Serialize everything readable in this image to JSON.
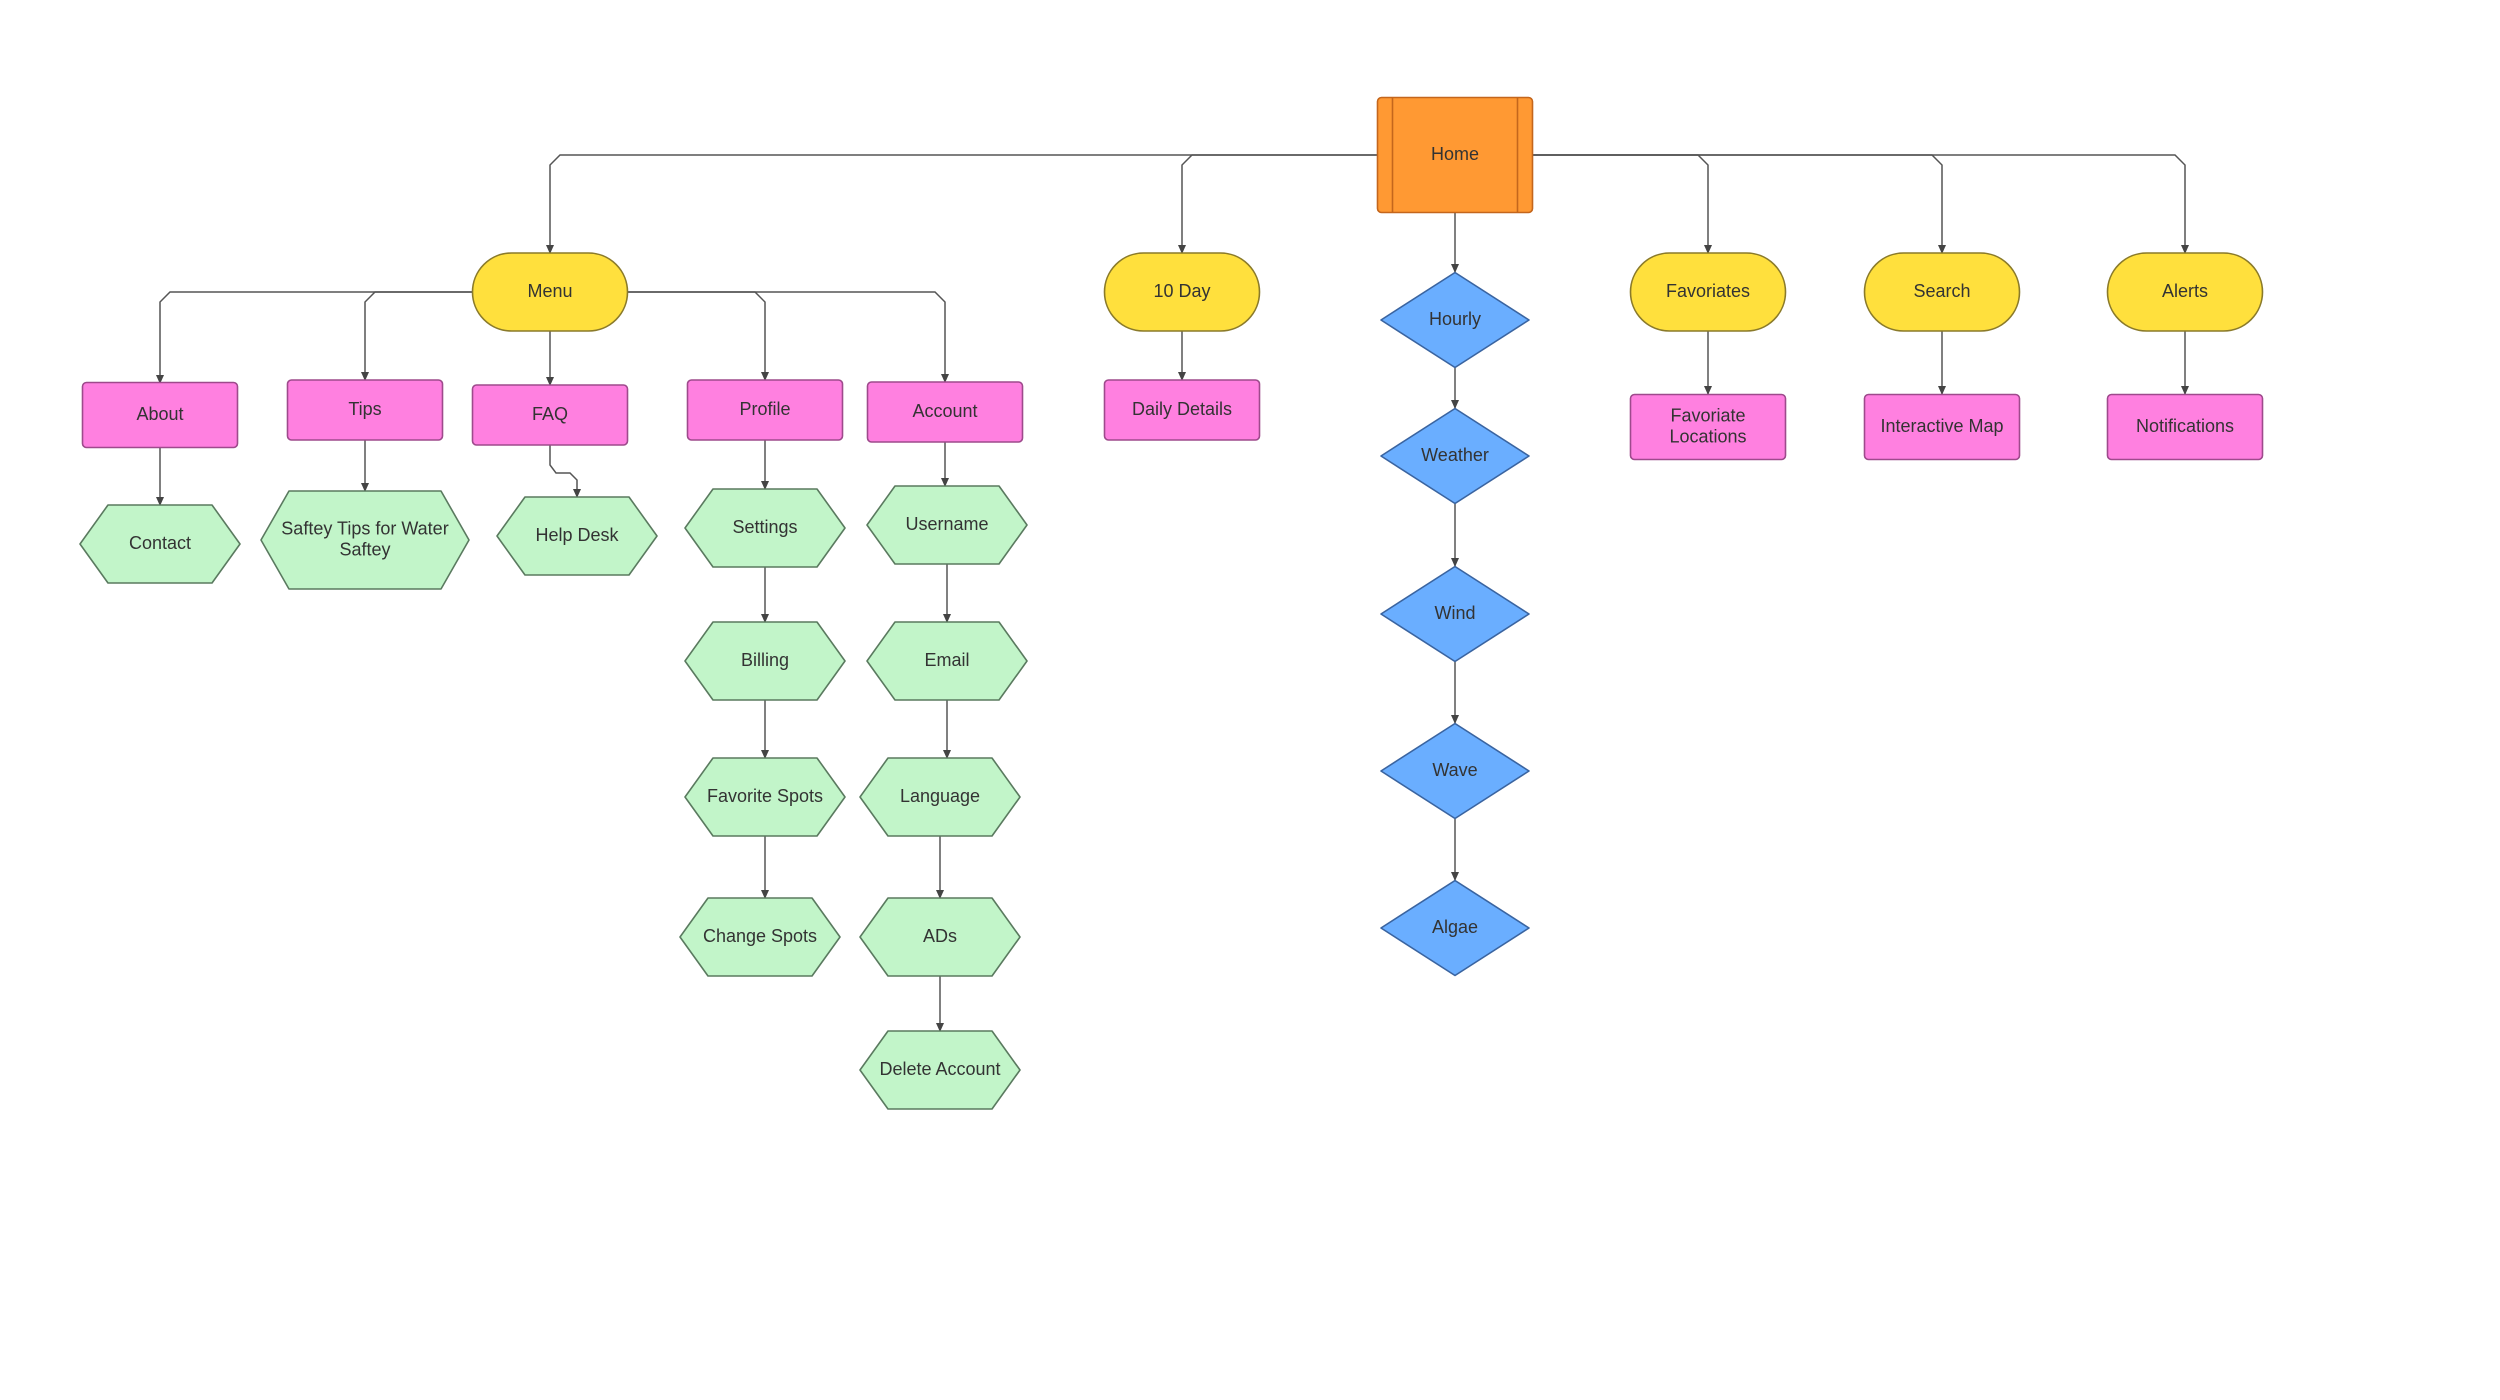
{
  "colors": {
    "root_fill": "#ff9933",
    "root_stroke": "#c4661c",
    "primary_fill": "#ffe03d",
    "primary_stroke": "#8a7a2a",
    "page_fill": "#ff80e0",
    "page_stroke": "#9e4a8c",
    "subpage_fill": "#c2f5c9",
    "subpage_stroke": "#5a7a5f",
    "forecast_fill": "#6aaeff",
    "forecast_stroke": "#3a64a0",
    "edge": "#555555",
    "text": "#333333"
  },
  "nodes": [
    {
      "id": "home",
      "label": "Home",
      "kind": "root"
    },
    {
      "id": "menu",
      "label": "Menu",
      "kind": "primary"
    },
    {
      "id": "ten_day",
      "label": "10 Day",
      "kind": "primary"
    },
    {
      "id": "favoriates",
      "label": "Favoriates",
      "kind": "primary"
    },
    {
      "id": "search",
      "label": "Search",
      "kind": "primary"
    },
    {
      "id": "alerts",
      "label": "Alerts",
      "kind": "primary"
    },
    {
      "id": "about",
      "label": "About",
      "kind": "page"
    },
    {
      "id": "tips",
      "label": "Tips",
      "kind": "page"
    },
    {
      "id": "faq",
      "label": "FAQ",
      "kind": "page"
    },
    {
      "id": "profile",
      "label": "Profile",
      "kind": "page"
    },
    {
      "id": "account",
      "label": "Account",
      "kind": "page"
    },
    {
      "id": "daily_details",
      "label": "Daily Details",
      "kind": "page"
    },
    {
      "id": "favoriate_locations",
      "label": "Favoriate Locations",
      "kind": "page"
    },
    {
      "id": "interactive_map",
      "label": "Interactive Map",
      "kind": "page"
    },
    {
      "id": "notifications",
      "label": "Notifications",
      "kind": "page"
    },
    {
      "id": "contact",
      "label": "Contact",
      "kind": "subpage"
    },
    {
      "id": "safety_tips",
      "label": "Saftey Tips for Water Saftey",
      "kind": "subpage"
    },
    {
      "id": "help_desk",
      "label": "Help Desk",
      "kind": "subpage"
    },
    {
      "id": "settings",
      "label": "Settings",
      "kind": "subpage"
    },
    {
      "id": "billing",
      "label": "Billing",
      "kind": "subpage"
    },
    {
      "id": "favorite_spots",
      "label": "Favorite Spots",
      "kind": "subpage"
    },
    {
      "id": "change_spots",
      "label": "Change Spots",
      "kind": "subpage"
    },
    {
      "id": "username",
      "label": "Username",
      "kind": "subpage"
    },
    {
      "id": "email",
      "label": "Email",
      "kind": "subpage"
    },
    {
      "id": "language",
      "label": "Language",
      "kind": "subpage"
    },
    {
      "id": "ads",
      "label": "ADs",
      "kind": "subpage"
    },
    {
      "id": "delete_account",
      "label": "Delete Account",
      "kind": "subpage"
    },
    {
      "id": "hourly",
      "label": "Hourly",
      "kind": "forecast"
    },
    {
      "id": "weather",
      "label": "Weather",
      "kind": "forecast"
    },
    {
      "id": "wind",
      "label": "Wind",
      "kind": "forecast"
    },
    {
      "id": "wave",
      "label": "Wave",
      "kind": "forecast"
    },
    {
      "id": "algae",
      "label": "Algae",
      "kind": "forecast"
    }
  ],
  "edges": [
    {
      "from": "home",
      "to": "menu"
    },
    {
      "from": "home",
      "to": "ten_day"
    },
    {
      "from": "home",
      "to": "hourly"
    },
    {
      "from": "home",
      "to": "favoriates"
    },
    {
      "from": "home",
      "to": "search"
    },
    {
      "from": "home",
      "to": "alerts"
    },
    {
      "from": "menu",
      "to": "about"
    },
    {
      "from": "menu",
      "to": "tips"
    },
    {
      "from": "menu",
      "to": "faq"
    },
    {
      "from": "menu",
      "to": "profile"
    },
    {
      "from": "menu",
      "to": "account"
    },
    {
      "from": "about",
      "to": "contact"
    },
    {
      "from": "tips",
      "to": "safety_tips"
    },
    {
      "from": "faq",
      "to": "help_desk"
    },
    {
      "from": "profile",
      "to": "settings"
    },
    {
      "from": "settings",
      "to": "billing"
    },
    {
      "from": "billing",
      "to": "favorite_spots"
    },
    {
      "from": "favorite_spots",
      "to": "change_spots"
    },
    {
      "from": "account",
      "to": "username"
    },
    {
      "from": "username",
      "to": "email"
    },
    {
      "from": "email",
      "to": "language"
    },
    {
      "from": "language",
      "to": "ads"
    },
    {
      "from": "ads",
      "to": "delete_account"
    },
    {
      "from": "ten_day",
      "to": "daily_details"
    },
    {
      "from": "hourly",
      "to": "weather"
    },
    {
      "from": "weather",
      "to": "wind"
    },
    {
      "from": "wind",
      "to": "wave"
    },
    {
      "from": "wave",
      "to": "algae"
    },
    {
      "from": "favoriates",
      "to": "favoriate_locations"
    },
    {
      "from": "search",
      "to": "interactive_map"
    },
    {
      "from": "alerts",
      "to": "notifications"
    }
  ]
}
